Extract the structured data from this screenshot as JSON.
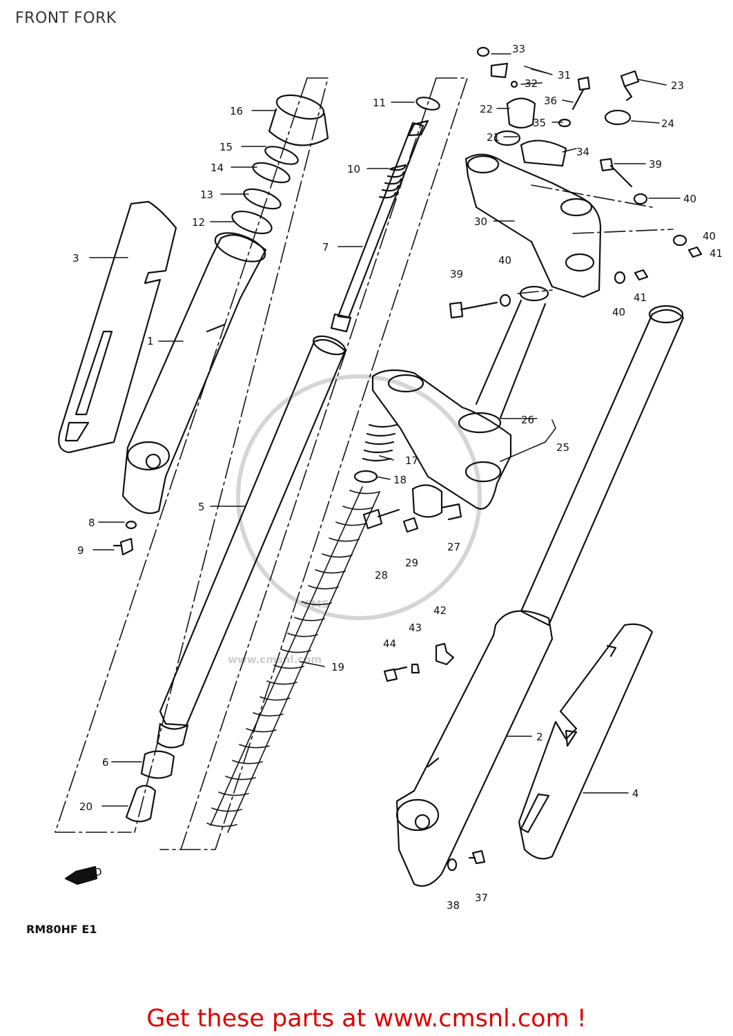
{
  "title": "FRONT FORK",
  "model_code": "RM80HF  E1",
  "fwd_label": "FWD",
  "watermark": {
    "brand": "CMS",
    "url": "www.cmsnl.com"
  },
  "footer": "Get these parts at www.cmsnl.com !",
  "callouts": [
    "1",
    "2",
    "3",
    "4",
    "5",
    "6",
    "7",
    "8",
    "9",
    "10",
    "11",
    "12",
    "13",
    "14",
    "15",
    "16",
    "17",
    "18",
    "19",
    "20",
    "21",
    "22",
    "23",
    "24",
    "25",
    "26",
    "27",
    "28",
    "29",
    "30",
    "31",
    "32",
    "33",
    "34",
    "35",
    "36",
    "37",
    "38",
    "39",
    "39",
    "40",
    "40",
    "40",
    "40",
    "41",
    "41",
    "42",
    "43",
    "44"
  ],
  "colors": {
    "footer": "#e00000",
    "lines": "#111111",
    "watermark": "#c8c8c8",
    "title": "#333333"
  }
}
